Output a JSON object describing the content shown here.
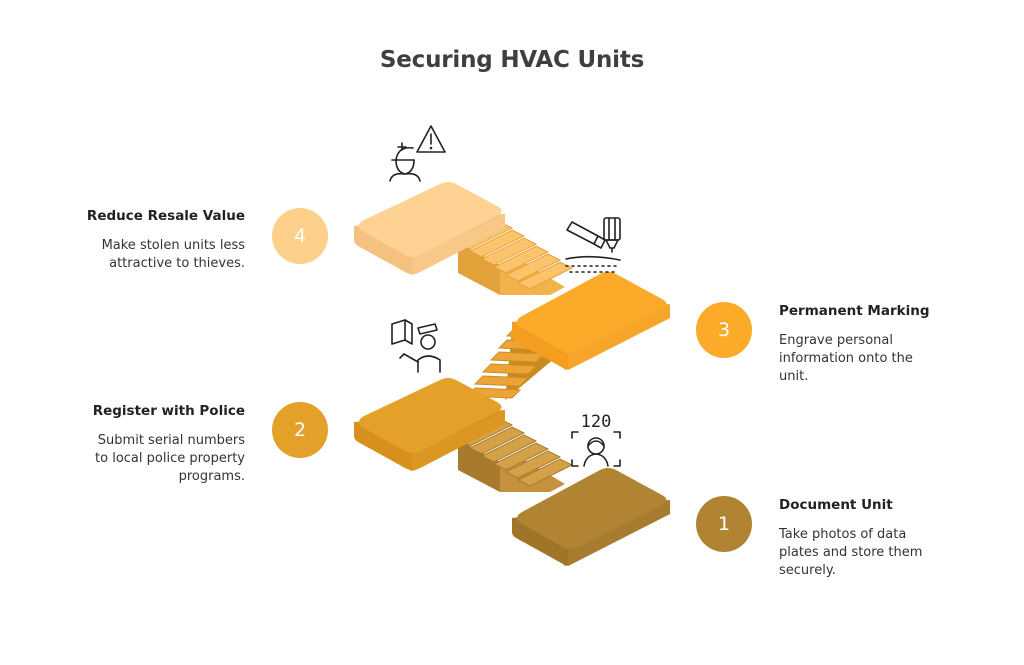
{
  "title": "Securing HVAC Units",
  "colors": {
    "step1": "#b08433",
    "step2": "#e4a12a",
    "step3": "#fbab29",
    "step4": "#fcd08b"
  },
  "steps": [
    {
      "number": "1",
      "heading": "Document Unit",
      "desc_lines": [
        "Take photos of data",
        "plates and store them",
        "securely."
      ],
      "icon": "camera-face-scan-icon",
      "icon_text": "120"
    },
    {
      "number": "2",
      "heading": "Register with Police",
      "desc_lines": [
        "Submit serial numbers",
        "to local police property",
        "programs."
      ],
      "icon": "police-officer-document-icon"
    },
    {
      "number": "3",
      "heading": "Permanent Marking",
      "desc_lines": [
        "Engrave personal",
        "information onto the",
        "unit."
      ],
      "icon": "engraving-tool-icon"
    },
    {
      "number": "4",
      "heading": "Reduce Resale Value",
      "desc_lines": [
        "Make stolen units less",
        "attractive to thieves."
      ],
      "icon": "thief-warning-icon"
    }
  ]
}
